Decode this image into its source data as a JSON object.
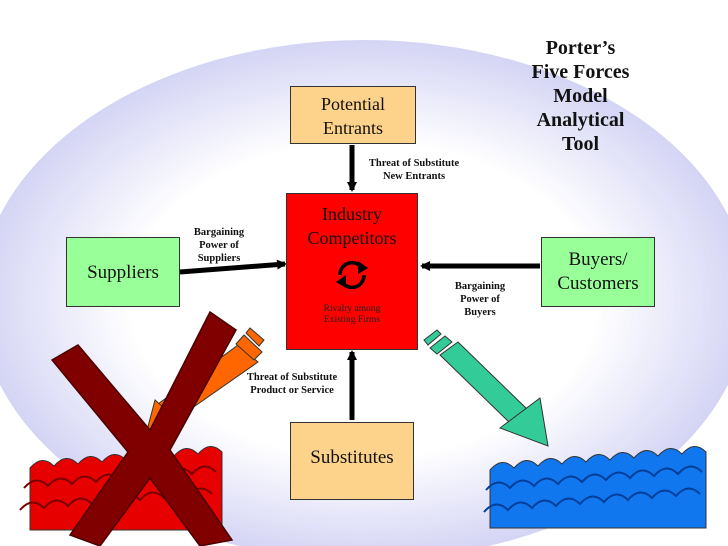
{
  "diagram": {
    "title_lines": [
      "Porter’s",
      "Five Forces",
      "Model",
      "Analytical",
      "Tool"
    ],
    "nodes": {
      "entrants": {
        "line1": "Potential",
        "line2": "Entrants"
      },
      "competitors": {
        "line1": "Industry",
        "line2": "Competitors",
        "caption1": "Rivalry among",
        "caption2": "Existing Firms"
      },
      "suppliers": {
        "label": "Suppliers"
      },
      "buyers": {
        "line1": "Buyers/",
        "line2": "Customers"
      },
      "substitutes": {
        "label": "Substitutes"
      }
    },
    "edges": {
      "new_entrants": [
        "Threat of Substitute",
        "New Entrants"
      ],
      "supplier_power": [
        "Bargaining",
        "Power of",
        "Suppliers"
      ],
      "buyer_power": [
        "Bargaining",
        "Power of",
        "Buyers"
      ],
      "substitute_threat": [
        "Threat of Substitute",
        "Product or Service"
      ]
    },
    "colors": {
      "entrants": "#fdd28a",
      "competitors": "#ff0000",
      "suppliers": "#99ff99",
      "buyers": "#99ff99",
      "substitutes": "#fdd28a",
      "background_oval": "#dcdcf8",
      "loser_arrow": "#ff6600",
      "winner_arrow": "#33cc99",
      "x_mark": "#800000",
      "red_waves": "#e60000",
      "blue_waves": "#1177ee"
    }
  }
}
